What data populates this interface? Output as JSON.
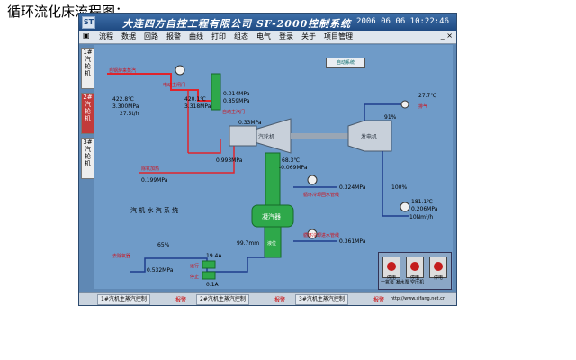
{
  "caption": "循环流化床流程图：",
  "window": {
    "title": "大连四方自控工程有限公司 SF-2000控制系统",
    "datetime": "2006 06 06 10:22:46",
    "app_icon": "ST",
    "close_glyph": "✕"
  },
  "menu": [
    "流程",
    "数据",
    "回路",
    "报警",
    "曲线",
    "打印",
    "组态",
    "电气",
    "登录",
    "关于",
    "项目管理"
  ],
  "window_controls": "_ ×",
  "sidebar": [
    {
      "label": "1#汽轮机",
      "active": false
    },
    {
      "label": "2#汽轮机",
      "active": true
    },
    {
      "label": "3#汽轮机",
      "active": false
    }
  ],
  "diagram": {
    "tag_steam_main": "自锅炉来蒸汽",
    "tag_elec_main_gate": "电动主闸门",
    "left_temp": "422.8℃",
    "left_pressure": "3.300MPa",
    "left_flow": "27.5t/h",
    "mid_temp": "420.1℃",
    "mid_pressure": "3.318MPa",
    "gate_pressure_1": "0.014MPa",
    "gate_pressure_2": "0.859MPa",
    "auto_main_gate_label": "自动主汽门",
    "turbine_pressure": "0.33MPa",
    "turbine_label": "汽轮机",
    "generator_label": "发电机",
    "auto_btn": "自动系统",
    "right_temp": "27.7℃",
    "to_air": "排气",
    "percent_91": "91%",
    "pressure_0993": "0.993MPa",
    "pressure_0199": "0.199MPa",
    "tag_deaerator_heat": "除氧加热",
    "temp_683": "68.3℃",
    "vacuum": "-0.069MPa",
    "system_title": "汽 机 水 汽 系 统",
    "condenser_label": "凝汽器",
    "cw_in_pressure": "0.324MPa",
    "cw_in_label": "循环冷却回水管线",
    "cw_out_pressure": "0.361MPa",
    "cw_out_label": "循环冷却进水管线",
    "level_mm": "99.7mm",
    "level_tag": "液位",
    "percent_100": "100%",
    "temp_1811": "181.1℃",
    "pressure_0206": "0.206MPa",
    "flow_10": "10Nm³/h",
    "percent_65": "65%",
    "tag_to_deaerator": "去除氧器",
    "pressure_0532": "0.532MPa",
    "current_194": "19.4A",
    "tag_run": "运行",
    "tag_stop": "停止",
    "current_01": "0.1A",
    "btn_stop_1": "停电",
    "btn_stop_2": "停电",
    "btn_stop_3": "停电",
    "btn_caption": "一氧泵 凝水泵 空压机"
  },
  "status": {
    "btn1": "1#汽机主蒸汽控制",
    "red1": "报警",
    "btn2": "2#汽机主蒸汽控制",
    "red2": "报警",
    "btn3": "3#汽机主蒸汽控制",
    "red3": "报警",
    "url": "http://www.sifang.net.cn"
  },
  "colors": {
    "window_bg": "#5f88b4",
    "canvas_bg": "#6f9bc8",
    "pipe_red": "#e0242c",
    "pipe_blue": "#1f3d8c",
    "condenser_green": "#2ea84a",
    "text_red": "#d0101a"
  }
}
